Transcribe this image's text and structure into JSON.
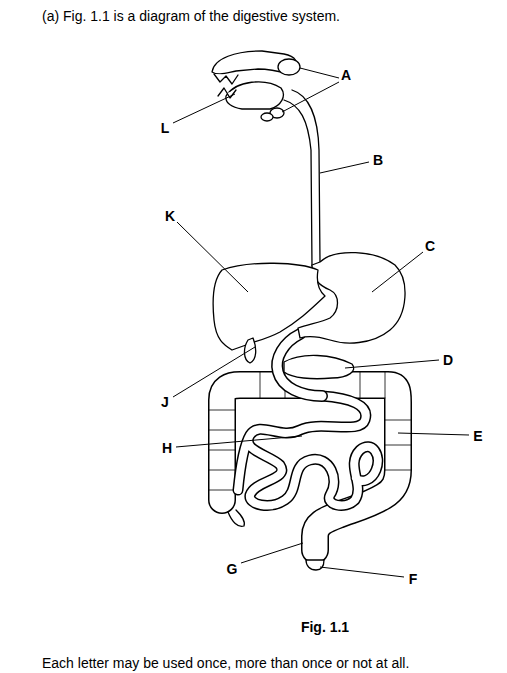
{
  "diagram": {
    "title": "(a) Fig. 1.1 is a diagram of the digestive system.",
    "caption": "Fig. 1.1",
    "labels": [
      "A",
      "L",
      "B",
      "K",
      "C",
      "D",
      "J",
      "E",
      "H",
      "G",
      "F",
      "Each letter may be used once, more than once or not at all."
    ]
  }
}
